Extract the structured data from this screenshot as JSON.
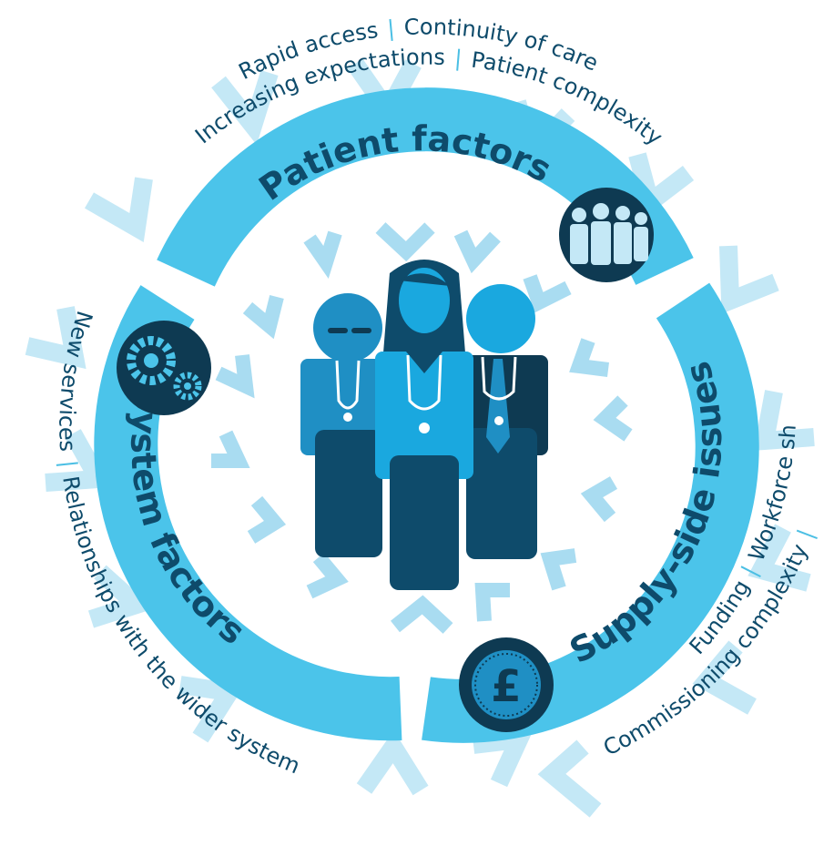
{
  "segments": {
    "patient": {
      "label": "Patient factors",
      "icon": "people-group-icon"
    },
    "supply": {
      "label": "Supply-side issues",
      "icon": "pound-coin-icon"
    },
    "system": {
      "label": "System factors",
      "icon": "gears-icon"
    }
  },
  "outer_labels": {
    "top_line1": {
      "item1": "Rapid access",
      "item2": "Continuity of care",
      "separator": "|"
    },
    "top_line2": {
      "item1": "Increasing expectations",
      "item2": "Patient complexity",
      "separator": "|"
    },
    "left": {
      "item1": "New services",
      "item2": "Relationships with the wider system",
      "separator": "|"
    },
    "right_outer": {
      "item1": "Workforce shortages",
      "separator": "|"
    },
    "right_inner": {
      "item1": "Funding",
      "item2": "Commissioning complexity",
      "separator": "|"
    }
  },
  "center": {
    "icon": "clinicians-group-icon"
  },
  "colors": {
    "ring": "#4bc4ea",
    "dark": "#0e4b6b",
    "mid": "#1f8fc4",
    "arrow": "#c4e8f6",
    "icon_bg": "#0e3a52"
  }
}
